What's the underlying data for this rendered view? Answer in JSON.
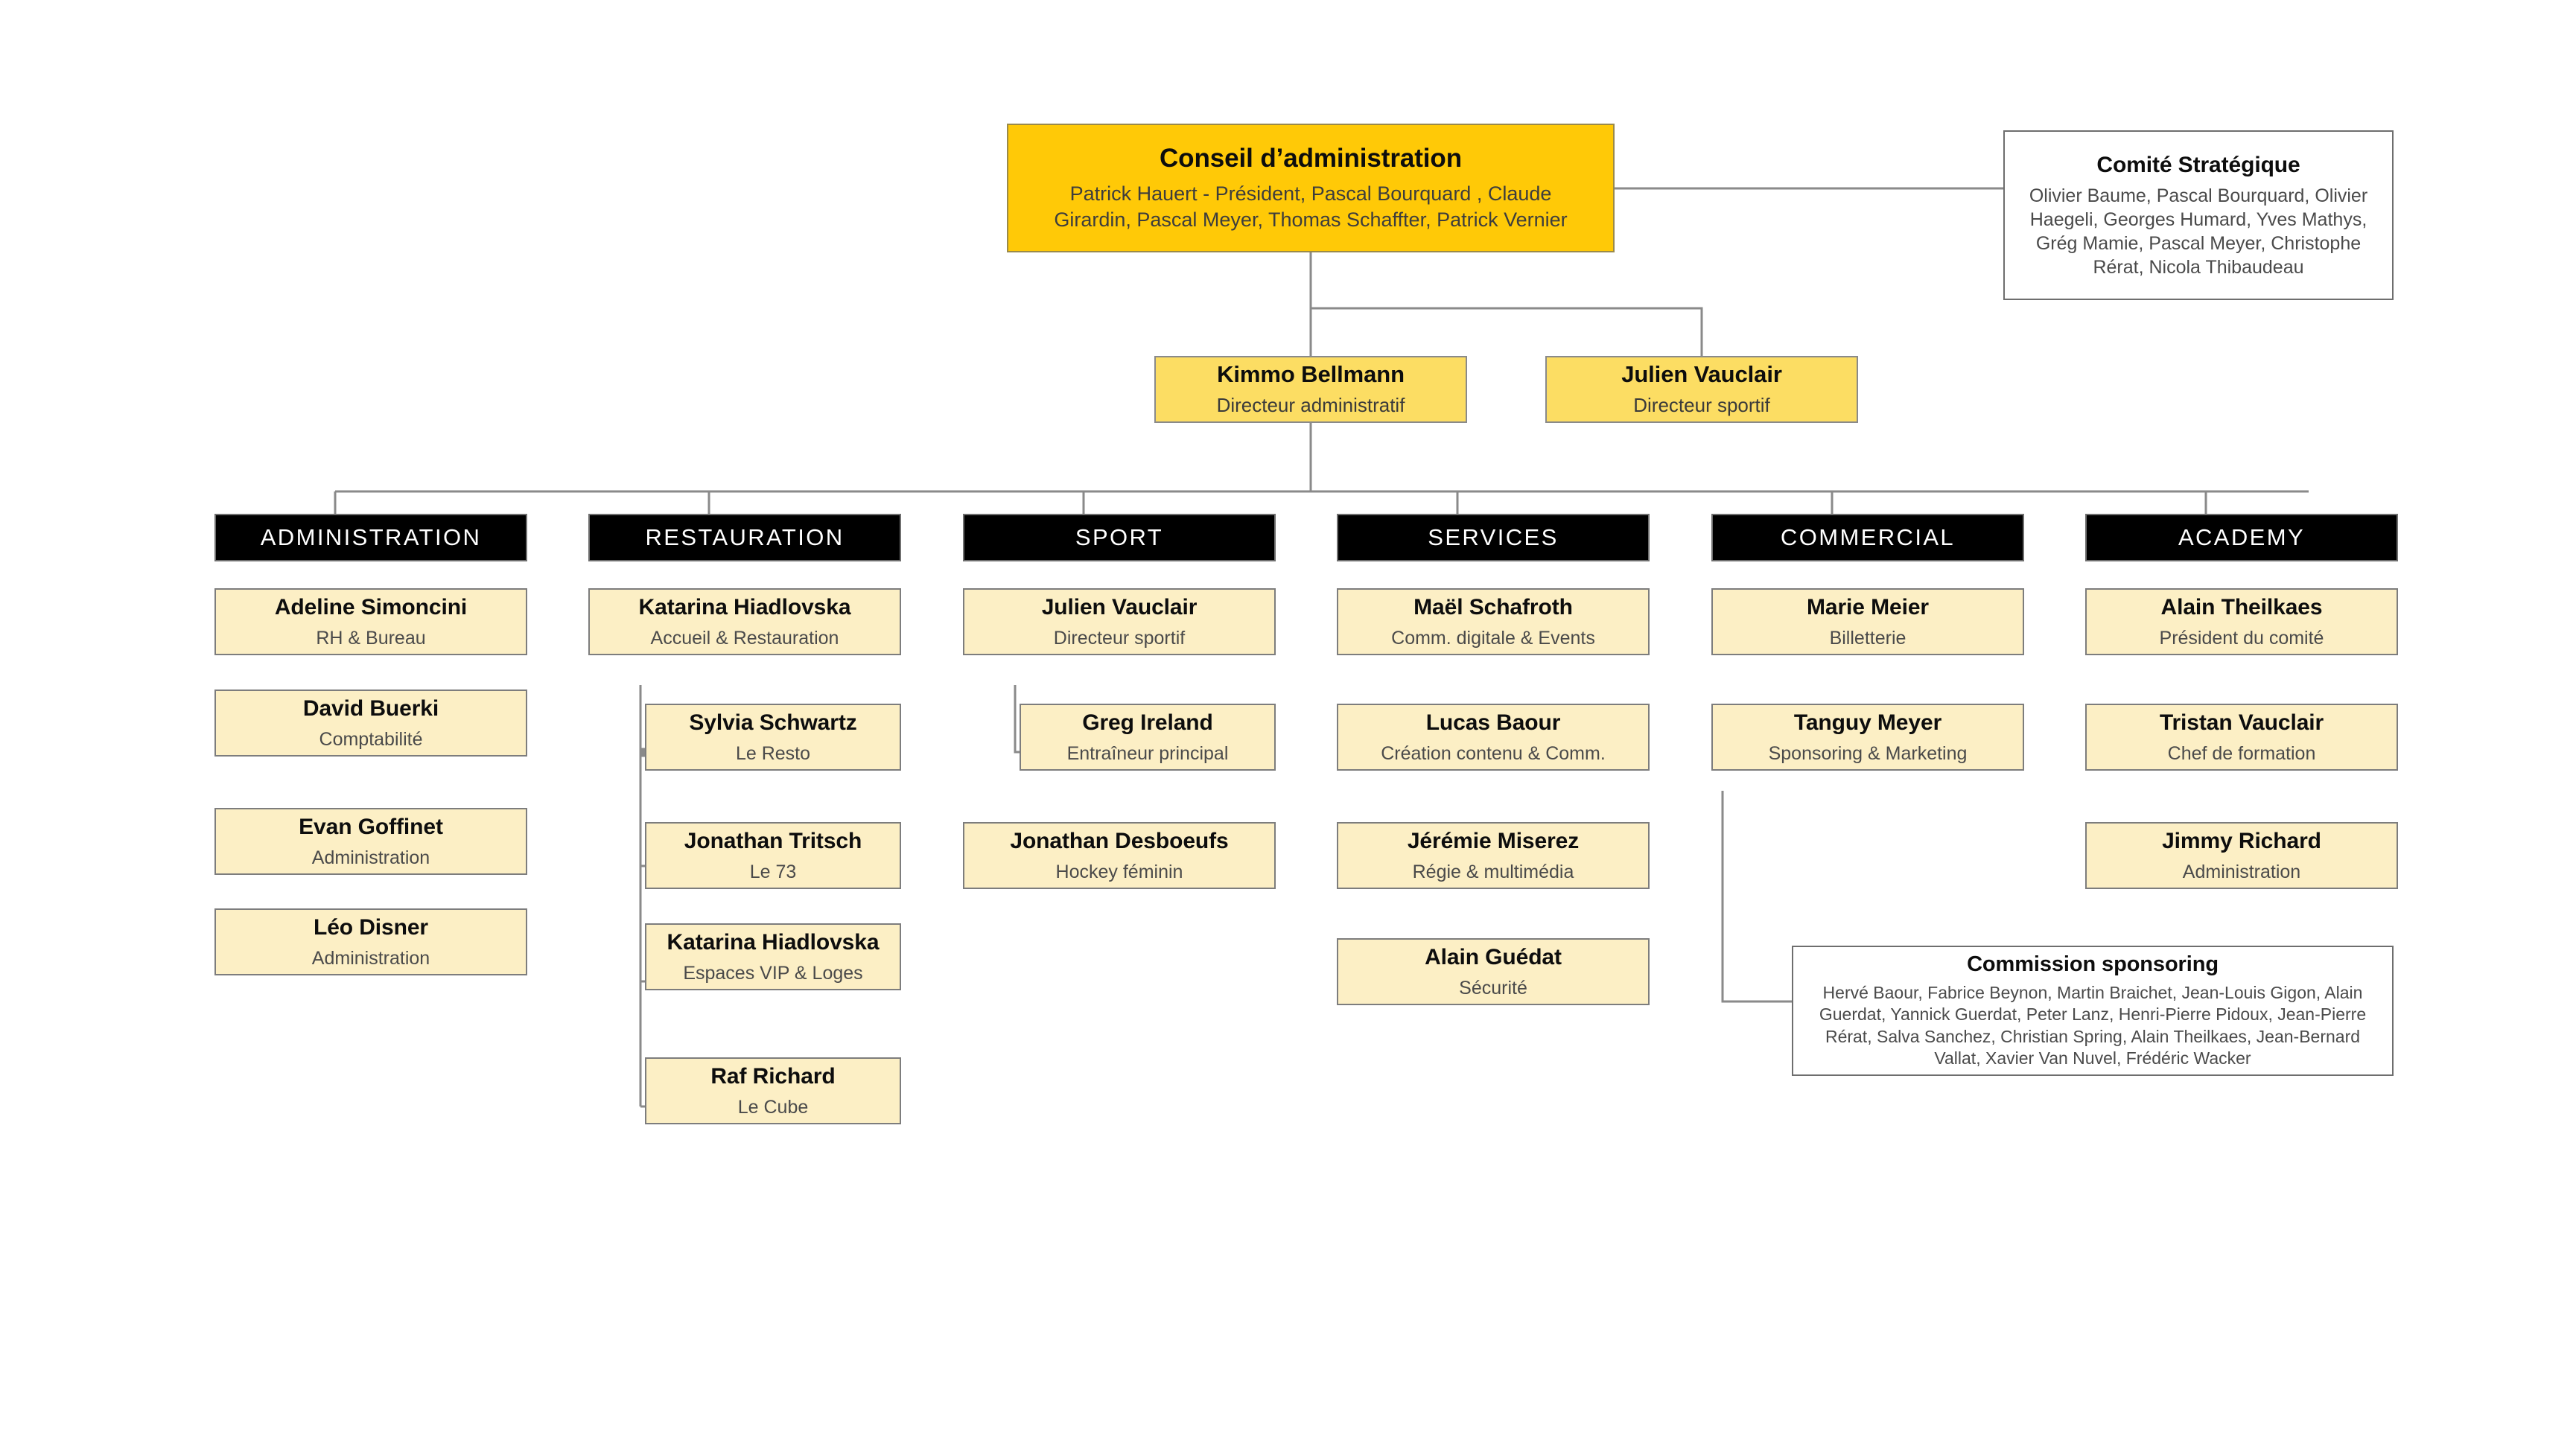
{
  "org": {
    "board": {
      "title": "Conseil d’administration",
      "members": "Patrick Hauert - Président, Pascal Bourquard , Claude Girardin, Pascal Meyer, Thomas Schaffter, Patrick Vernier"
    },
    "strategic_committee": {
      "title": "Comité Stratégique",
      "members": "Olivier Baume, Pascal Bourquard, Olivier Haegeli, Georges Humard, Yves Mathys, Grég Mamie, Pascal Meyer, Christophe Rérat, Nicola Thibaudeau"
    },
    "directors": [
      {
        "name": "Kimmo Bellmann",
        "role": "Directeur administratif"
      },
      {
        "name": "Julien Vauclair",
        "role": "Directeur sportif"
      }
    ],
    "departments": [
      {
        "label": "ADMINISTRATION",
        "people": [
          {
            "name": "Adeline Simoncini",
            "role": "RH & Bureau"
          },
          {
            "name": "David Buerki",
            "role": "Comptabilité"
          },
          {
            "name": "Evan Goffinet",
            "role": "Administration"
          },
          {
            "name": "Léo Disner",
            "role": "Administration"
          }
        ]
      },
      {
        "label": "RESTAURATION",
        "people": [
          {
            "name": "Katarina Hiadlovska",
            "role": "Accueil & Restauration"
          },
          {
            "name": "Sylvia Schwartz",
            "role": "Le Resto"
          },
          {
            "name": "Jonathan Tritsch",
            "role": "Le 73"
          },
          {
            "name": "Katarina Hiadlovska",
            "role": "Espaces VIP & Loges"
          },
          {
            "name": "Raf Richard",
            "role": "Le Cube"
          }
        ]
      },
      {
        "label": "SPORT",
        "people": [
          {
            "name": "Julien Vauclair",
            "role": "Directeur sportif"
          },
          {
            "name": "Greg Ireland",
            "role": "Entraîneur principal"
          },
          {
            "name": "Jonathan Desboeufs",
            "role": "Hockey féminin"
          }
        ]
      },
      {
        "label": "SERVICES",
        "people": [
          {
            "name": "Maël Schafroth",
            "role": "Comm. digitale & Events"
          },
          {
            "name": "Lucas Baour",
            "role": "Création contenu & Comm."
          },
          {
            "name": "Jérémie Miserez",
            "role": "Régie & multimédia"
          },
          {
            "name": "Alain Guédat",
            "role": "Sécurité"
          }
        ]
      },
      {
        "label": "COMMERCIAL",
        "people": [
          {
            "name": "Marie Meier",
            "role": "Billetterie"
          },
          {
            "name": "Tanguy Meyer",
            "role": "Sponsoring & Marketing"
          }
        ]
      },
      {
        "label": "ACADEMY",
        "people": [
          {
            "name": "Alain Theilkaes",
            "role": "Président du comité"
          },
          {
            "name": "Tristan Vauclair",
            "role": "Chef de formation"
          },
          {
            "name": "Jimmy Richard",
            "role": "Administration"
          }
        ]
      }
    ],
    "commission_sponsoring": {
      "title": "Commission sponsoring",
      "members": "Hervé Baour, Fabrice Beynon, Martin Braichet, Jean-Louis Gigon, Alain Guerdat, Yannick Guerdat, Peter Lanz, Henri-Pierre Pidoux, Jean-Pierre Rérat, Salva Sanchez, Christian Spring, Alain Theilkaes, Jean-Bernard Vallat, Xavier Van Nuvel, Frédéric Wacker"
    }
  },
  "colors": {
    "board_fill": "#FFC907",
    "director_fill": "#FCDD63",
    "leaf_fill": "#FCEFC5",
    "dept_fill": "#000000",
    "line": "#8a8a8a"
  }
}
